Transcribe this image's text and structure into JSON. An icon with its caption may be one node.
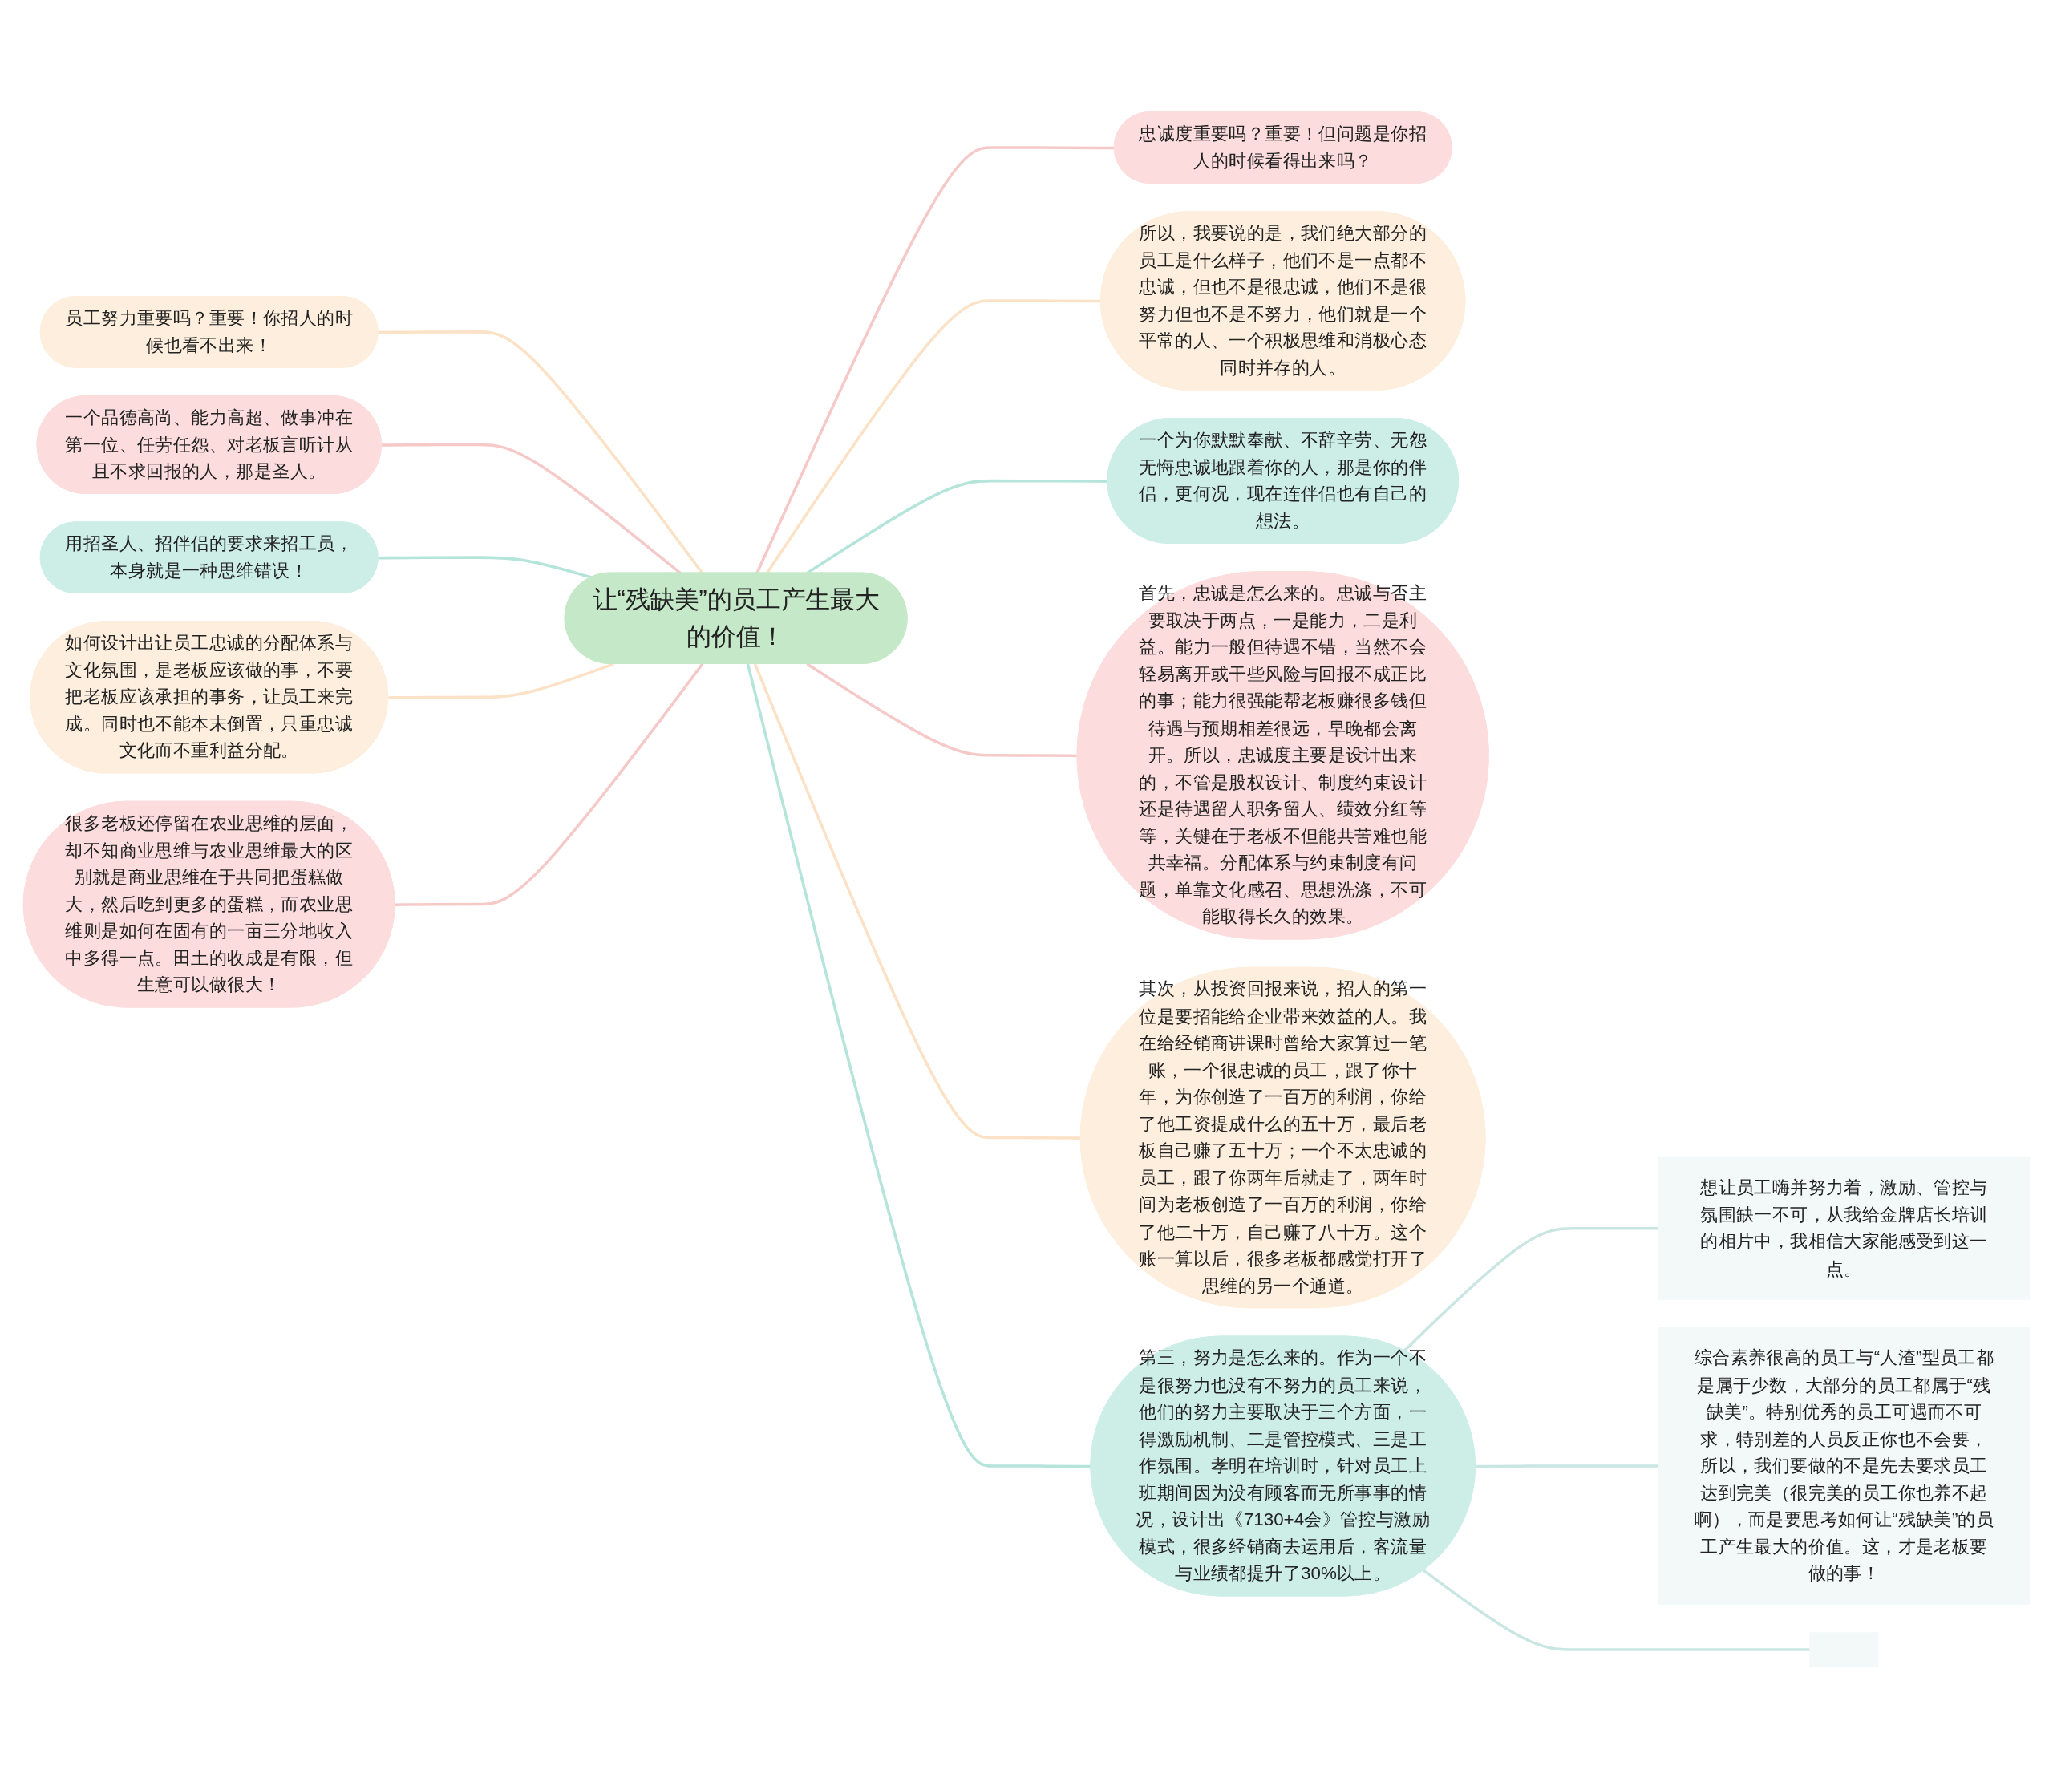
{
  "diagram": {
    "nodes": [
      {
        "text": [
          "让“残缺美”的员工产生最大的价值！"
        ]
      },
      {
        "text": [
          "忠诚度重要吗？重要！但问题是你招人的时候看得出来吗？"
        ]
      },
      {
        "text": [
          "所以，我要说的是，我们绝大部分的员工是什么样子，他们不是一点都不忠诚，但也不是很忠诚，他们不是很努力但也不是不努力，他们就是一个平常的人、一个积极思维和消极心态同时并存的人。"
        ]
      },
      {
        "text": [
          "一个为你默默奉献、不辞辛劳、无怨无悔忠诚地跟着你的人，那是你的伴侣，更何况，现在连伴侣也有自己的想法。"
        ]
      },
      {
        "text": [
          "首先，忠诚是怎么来的。忠诚与否主要取决于两点，一是能力，二是利益。能力一般但待遇不错，当然不会轻易离开或干些风险与回报不成正比的事；能力很强能帮老板赚很多钱但待遇与预期相差很远，早晚都会离开。所以，忠诚度主要是设计出来的，不管是股权设计、制度约束设计还是待遇留人职务留人、绩效分红等等，关键在于老板不但能共苦难也能共幸福。分配体系与约束制度有问题，单靠文化感召、思想洗涤，不可能取得长久的效果。"
        ]
      },
      {
        "text": [
          "其次，从投资回报来说，招人的第一位是要招能给企业带来效益的人。我在给经销商讲课时曾给大家算过一笔账，一个很忠诚的员工，跟了你十年，为你创造了一百万的利润，你给了他工资提成什么的五十万，最后老板自己赚了五十万；一个不太忠诚的员工，跟了你两年后就走了，两年时间为老板创造了一百万的利润，你给了他二十万，自己赚了八十万。这个账一算以后，很多老板都感觉打开了思维的另一个通道。"
        ]
      },
      {
        "text": [
          "第三，努力是怎么来的。作为一个不是很努力也没有不努力的员工来说，他们的努力主要取决于三个方面，一得激励机制、二是管控模式、三是工作氛围。孝明在培训时，针对员工上班期间因为没有顾客而无所事事的情况，设计出《7130+4会》管控与激励模式，很多经销商去运用后，客流量与业绩都提升了30%以上。"
        ]
      },
      {
        "text": [
          "想让员工嗨并努力着，激励、管控与氛围缺一不可，从我给金牌店长培训的相片中，我相信大家能感受到这一点。"
        ]
      },
      {
        "text": [
          "综合素养很高的员工与“人渣”型员工都是属于少数，大部分的员工都属于“残缺美”。特别优秀的员工可遇而不可求，特别差的人员反正你也不会要，所以，我们要做的不是先去要求员工达到完美（很完美的员工你也养不起啊），而是要思考如何让“残缺美”的员工产生最大的价值。这，才是老板要做的事！"
        ]
      },
      {
        "text": [],
        "shape": "box"
      },
      {
        "text": [
          "员工努力重要吗？重要！你招人的时候也看不出来！"
        ]
      },
      {
        "text": [
          "一个品德高尚、能力高超、做事冲在第一位、任劳任怨、对老板言听计从且不求回报的人，那是圣人。"
        ]
      },
      {
        "text": [
          "用招圣人、招伴侣的要求来招工员，本身就是一种思维错误！"
        ]
      },
      {
        "text": [
          "如何设计出让员工忠诚的分配体系与文化氛围，是老板应该做的事，不要把老板应该承担的事务，让员工来完成。同时也不能本末倒置，只重忠诚文化而不重利益分配。"
        ]
      },
      {
        "text": [
          "很多老板还停留在农业思维的层面，却不知商业思维与农业思维最大的区别就是商业思维在于共同把蛋糕做大，然后吃到更多的蛋糕，而农业思维则是如何在固有的一亩三分地收入中多得一点。田土的收成是有限，但生意可以做很大！"
        ]
      }
    ],
    "edges": [
      {
        "from": 0,
        "to": 1,
        "arrow": "none",
        "color": "#f6c9c9"
      },
      {
        "from": 0,
        "to": 2,
        "arrow": "none",
        "color": "#fbe2c6"
      },
      {
        "from": 0,
        "to": 3,
        "arrow": "none",
        "color": "#b5e4da"
      },
      {
        "from": 0,
        "to": 4,
        "arrow": "none",
        "color": "#f6c9c9"
      },
      {
        "from": 0,
        "to": 5,
        "arrow": "none",
        "color": "#fbe2c6"
      },
      {
        "from": 0,
        "to": 6,
        "arrow": "none",
        "color": "#b5e4da"
      },
      {
        "from": 6,
        "to": 7,
        "arrow": "none",
        "color": "#c9e6e2"
      },
      {
        "from": 6,
        "to": 8,
        "arrow": "none",
        "color": "#c9e6e2"
      },
      {
        "from": 6,
        "to": 9,
        "arrow": "none",
        "color": "#c9e6e2"
      },
      {
        "from": 10,
        "to": 0,
        "arrow": "none",
        "color": "#fbe2c6"
      },
      {
        "from": 11,
        "to": 0,
        "arrow": "none",
        "color": "#f6c9c9"
      },
      {
        "from": 12,
        "to": 0,
        "arrow": "none",
        "color": "#b5e4da"
      },
      {
        "from": 13,
        "to": 0,
        "arrow": "none",
        "color": "#fbe2c6"
      },
      {
        "from": 14,
        "to": 0,
        "arrow": "none",
        "color": "#f6c9c9"
      }
    ]
  }
}
